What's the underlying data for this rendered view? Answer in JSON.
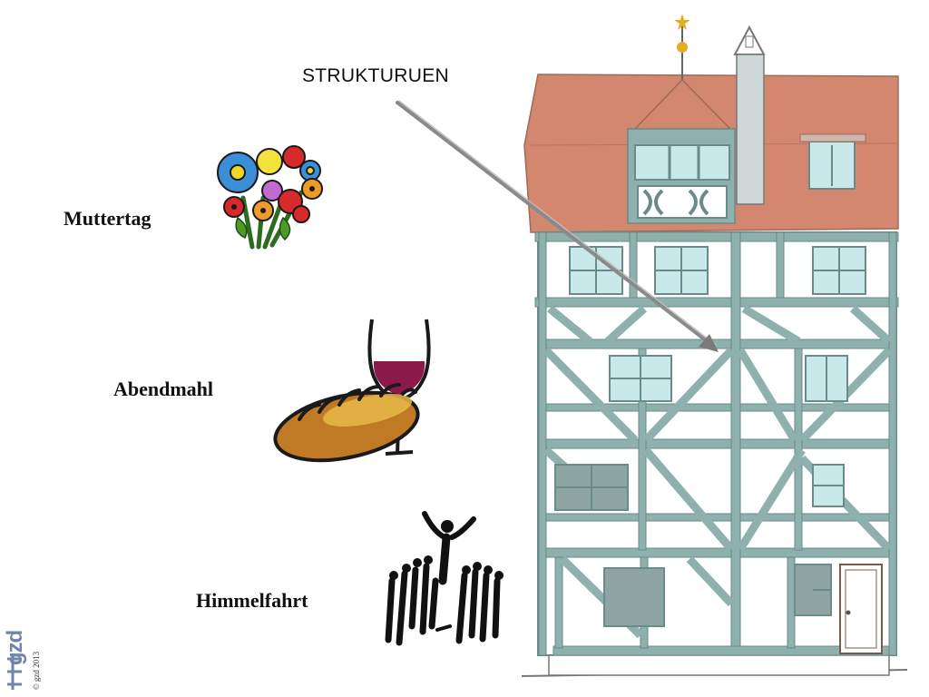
{
  "slide": {
    "title": "STRUKTURUEN",
    "labels": {
      "muttertag": "Muttertag",
      "abendmahl": "Abendmahl",
      "himmelfahrt": "Himmelfahrt"
    },
    "logo": "gzd",
    "copyright": "© gzd 2013"
  },
  "colors": {
    "roof": "#d4876f",
    "timber": "#8fb1ad",
    "window_glass": "#c9e8ea",
    "wine": "#8b1a4a",
    "bread": "#c07a25",
    "logo": "#6f86a8"
  },
  "icons": {
    "flowers": "flower-bouquet-icon",
    "communion": "bread-and-wine-icon",
    "ascension": "ascension-figure-icon",
    "building": "half-timbered-house-illustration",
    "pointer": "arrow-pointer"
  }
}
